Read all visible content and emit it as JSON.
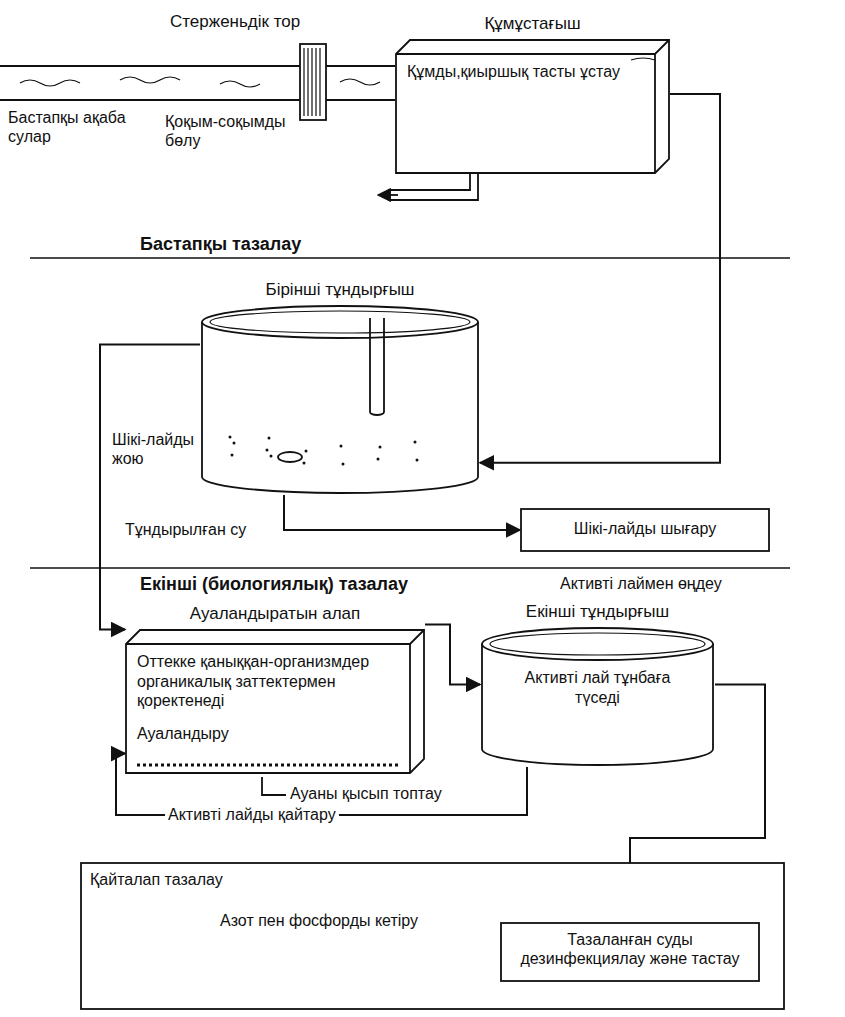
{
  "diagram": {
    "nodes": [
      {
        "text": [
          "Құмұстағыш",
          "Құмды,қиыршық тасты ұстау"
        ]
      },
      {
        "text": [
          "Бірінші тұндырғыш"
        ]
      },
      {
        "text": [
          "Шікі-лайды шығару"
        ]
      },
      {
        "text": [
          "Ауаландыратын алап",
          "Оттекке қаныққан-организмдер органикалық заттектермен қоректенеді",
          "Ауаландыру"
        ]
      },
      {
        "text": [
          "Екінші тұндырғыш",
          "Активті лай тұнбаға түседі"
        ]
      },
      {
        "text": [
          "Қайталап тазалау",
          "Азот пен фосфорды кетіру"
        ]
      },
      {
        "text": [
          "Тазаланған суды дезинфекциялау және тастау"
        ],
        "in": 5
      }
    ],
    "edges": [
      {
        "from": 0,
        "to": 1,
        "arrow": "to"
      },
      {
        "from": 1,
        "to": 2,
        "arrow": "to"
      },
      {
        "from": 1,
        "to": 3,
        "label": "Тұндырылған су",
        "arrow": "to"
      },
      {
        "from": 3,
        "to": 4,
        "arrow": "to"
      },
      {
        "from": 4,
        "to": 3,
        "label": "Активті лайды қайтару",
        "arrow": "to"
      },
      {
        "from": 4,
        "to": 6,
        "arrow": "to"
      }
    ],
    "labels": [
      "Стерженьдік тор",
      "Бастапқы ақаба сулар",
      "Қоқым-соқымды бөлу",
      "Бастапқы тазалау",
      "Шікі-лайды жою",
      "Екінші (биологиялық) тазалау",
      "Активті лаймен өңдеу",
      "Ауаны қысып топтау"
    ]
  }
}
